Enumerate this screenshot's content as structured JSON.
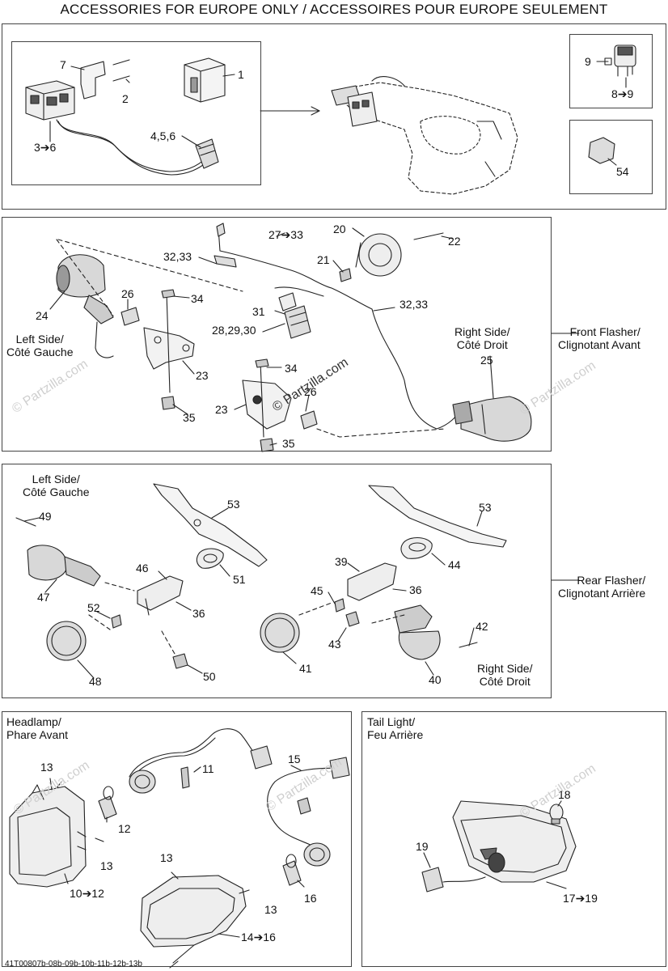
{
  "title": "ACCESSORIES FOR EUROPE ONLY / ACCESSOIRES POUR EUROPE SEULEMENT",
  "footer_code": "41T00807b-08b-09b-10b-11b-12b-13b",
  "watermark": "© Partzilla.com",
  "sections": {
    "accessories": {
      "labels": [
        "7",
        "2",
        "1",
        "3➔6",
        "4,5,6",
        "9",
        "8➔9",
        "54"
      ]
    },
    "front_flasher": {
      "name": "Front Flasher/\nClignotant Avant",
      "left_side": "Left Side/\nCôté Gauche",
      "right_side": "Right Side/\nCôté Droit",
      "labels": [
        "27➔33",
        "20",
        "22",
        "32,33",
        "21",
        "26",
        "34",
        "24",
        "31",
        "32,33",
        "28,29,30",
        "23",
        "25",
        "34",
        "26",
        "23",
        "35",
        "35"
      ]
    },
    "rear_flasher": {
      "name": "Rear Flasher/\nClignotant Arrière",
      "left_side": "Left Side/\nCôté Gauche",
      "right_side": "Right Side/\nCôté Droit",
      "labels": [
        "49",
        "53",
        "53",
        "46",
        "51",
        "39",
        "44",
        "47",
        "36",
        "45",
        "36",
        "52",
        "42",
        "43",
        "41",
        "40",
        "48",
        "50"
      ]
    },
    "headlamp": {
      "name": "Headlamp/\nPhare Avant",
      "labels": [
        "11",
        "15",
        "13",
        "12",
        "13",
        "13",
        "16",
        "13",
        "10➔12",
        "14➔16"
      ]
    },
    "tail_light": {
      "name": "Tail Light/\nFeu Arrière",
      "labels": [
        "18",
        "19",
        "17➔19"
      ]
    }
  }
}
